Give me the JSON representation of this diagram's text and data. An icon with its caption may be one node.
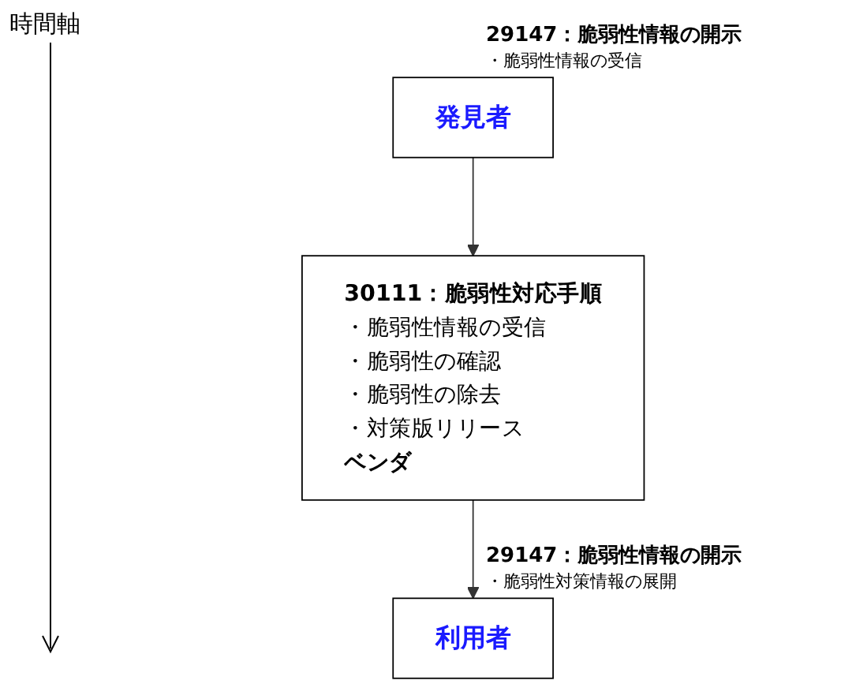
{
  "diagram": {
    "nodes": [
      {
        "text": [
          "30111：脆弱性対応手順",
          "・脆弱性情報の受信",
          "・脆弱性の確認",
          "・脆弱性の除去",
          "・対策版リリース",
          "ベンダ"
        ]
      },
      {
        "text": [
          "発見者"
        ],
        "beside": [
          "29147：脆弱性情報の開示",
          "・脆弱性情報の受信"
        ]
      },
      {
        "text": [
          "利用者"
        ],
        "beside": [
          "29147：脆弱性情報の開示",
          "・脆弱性対策情報の展開"
        ]
      }
    ],
    "edges": [
      {
        "from": 1,
        "to": 0,
        "arrow": "to"
      },
      {
        "from": 0,
        "to": 2,
        "arrow": "to"
      }
    ],
    "labels": [
      "時間軸"
    ]
  }
}
